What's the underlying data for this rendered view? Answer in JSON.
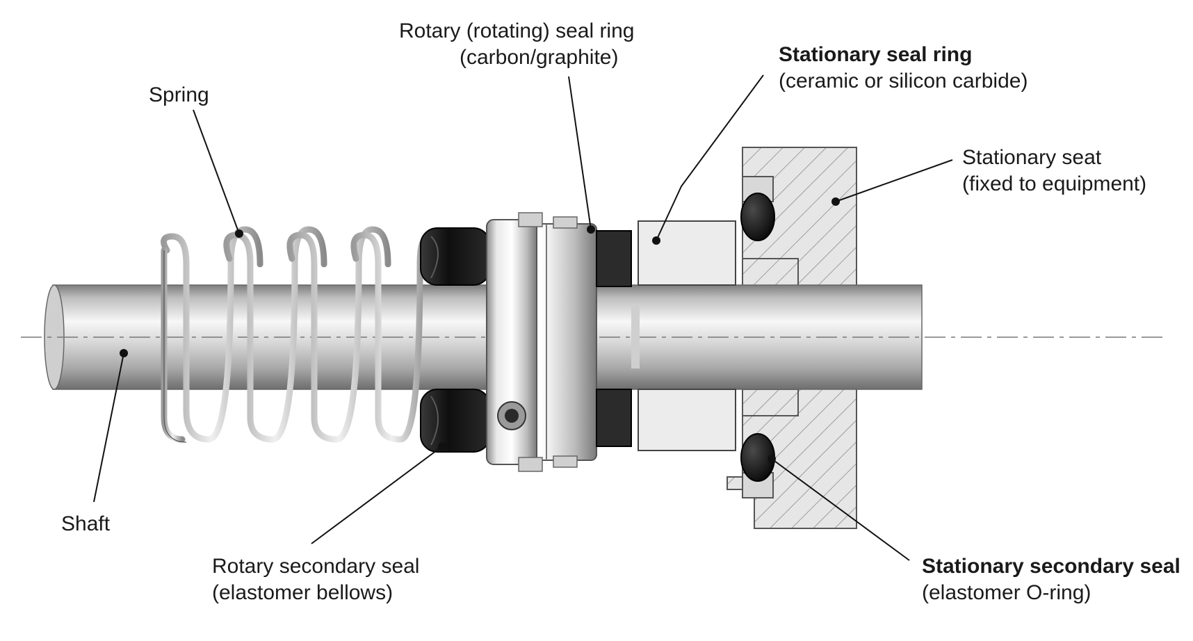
{
  "labels": {
    "rotary_seal_ring": {
      "title": "Rotary  (rotating) seal ring",
      "sub": "(carbon/graphite)"
    },
    "stationary_seal_ring": {
      "title": "Stationary seal ring",
      "sub": "(ceramic or silicon carbide)"
    },
    "spring": {
      "title": "Spring"
    },
    "stationary_seat": {
      "title": "Stationary seat",
      "sub": "(fixed to equipment)"
    },
    "shaft": {
      "title": "Shaft"
    },
    "rotary_secondary_seal": {
      "title": "Rotary secondary seal",
      "sub": "(elastomer bellows)"
    },
    "stationary_secondary_seal": {
      "title": "Stationary secondary seal",
      "sub": "(elastomer O-ring)"
    }
  },
  "colors": {
    "metal_light": "#f2f2f2",
    "metal_mid": "#c8c8c8",
    "metal_dark": "#8a8a8a",
    "elastomer": "#1c1c1c",
    "seal_face": "#e8e8e8",
    "hatch": "#7a7a7a",
    "leader": "#111111"
  }
}
